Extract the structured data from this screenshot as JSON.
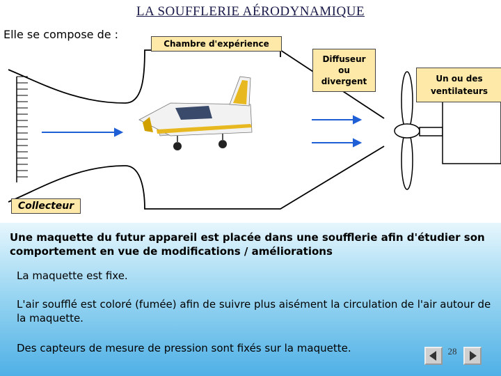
{
  "title": "LA  SOUFFLERIE  AÉRODYNAMIQUE",
  "intro": "Elle se compose de :",
  "labels": {
    "chamber": "Chambre d'expérience",
    "diffuser": "Diffuseur\nou\ndivergent",
    "fans": "Un ou des\nventilateurs",
    "collector": "Collecteur"
  },
  "body": {
    "p1": "Une maquette du futur appareil est placée dans une soufflerie afin d'étudier son comportement en vue de modifications / améliorations",
    "p2": "La maquette est fixe.",
    "p3": "L'air soufflé est coloré (fumée) afin de suivre plus aisément la circulation de l'air autour de la maquette.",
    "p4": "Des capteurs de mesure de pression sont fixés sur la maquette."
  },
  "page_number": "28",
  "colors": {
    "label_bg": "#ffe9a8",
    "arrow": "#1f5fd6",
    "panel_top": "#e6f6fd",
    "panel_bottom": "#4fb0e6"
  },
  "icons": {
    "prev": "arrow-left-icon",
    "next": "arrow-right-icon"
  }
}
